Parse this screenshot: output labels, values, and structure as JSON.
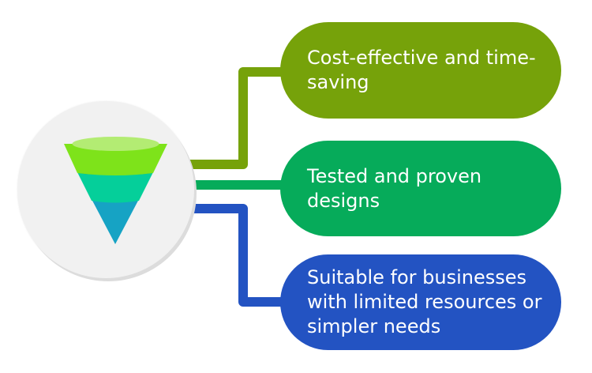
{
  "diagram": {
    "center_icon": "funnel-icon",
    "funnel_colors": {
      "top": "#7ee31a",
      "top_rim": "#b3ec73",
      "middle": "#05cf9a",
      "bottom": "#16a3c4"
    },
    "hub_color": "#f1f1f1",
    "items": [
      {
        "label": "Cost-effective and time-saving",
        "color": "#76a20a"
      },
      {
        "label": "Tested and proven designs",
        "color": "#06ab5a"
      },
      {
        "label": "Suitable for businesses with limited resources or simpler needs",
        "color": "#2353c2"
      }
    ]
  }
}
